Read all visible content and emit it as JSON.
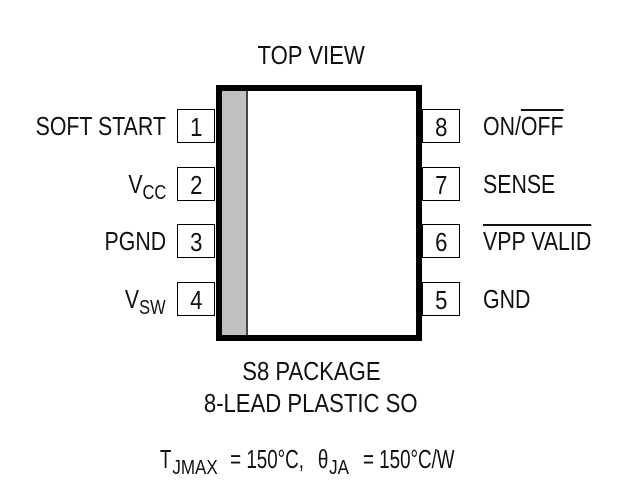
{
  "diagram": {
    "title": "TOP VIEW",
    "package_name": "S8 PACKAGE",
    "package_desc": "8-LEAD PLASTIC SO",
    "thermal": {
      "tjmax_symbol": "T",
      "tjmax_sub": "JMAX",
      "tjmax_value": " = 150°C, ",
      "theta_symbol": "θ",
      "theta_sub": "JA",
      "theta_value": " = 150°C/W"
    },
    "left_pins": [
      {
        "number": "1",
        "label": "SOFT START",
        "sub": ""
      },
      {
        "number": "2",
        "label": "V",
        "sub": "CC"
      },
      {
        "number": "3",
        "label": "PGND",
        "sub": ""
      },
      {
        "number": "4",
        "label": "V",
        "sub": "SW"
      }
    ],
    "right_pins": [
      {
        "number": "8",
        "label_pre": "ON/",
        "label_over": "OFF"
      },
      {
        "number": "7",
        "label_pre": "SENSE",
        "label_over": ""
      },
      {
        "number": "6",
        "label_pre": "",
        "label_over": "VPP VALID"
      },
      {
        "number": "5",
        "label_pre": "GND",
        "label_over": ""
      }
    ],
    "colors": {
      "body_border": "#000000",
      "pin1_stripe": "#c0c0c0",
      "background": "#ffffff"
    }
  }
}
